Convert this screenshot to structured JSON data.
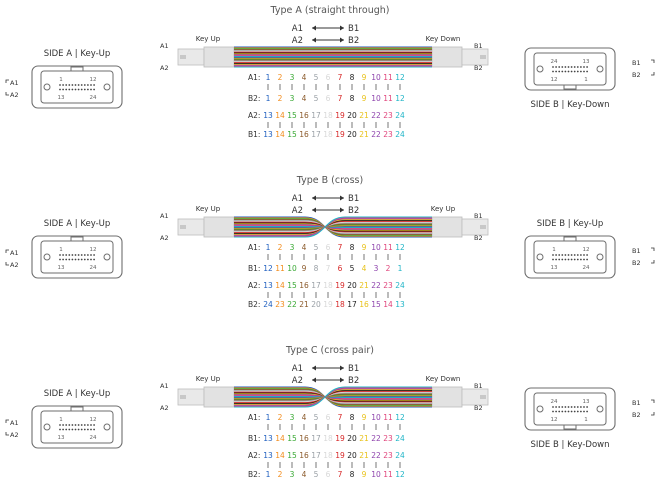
{
  "wire_colors": [
    "#1f5fbf",
    "#f28c1c",
    "#3aa935",
    "#8b5a2b",
    "#9aa0a6",
    "#d8d8d8",
    "#d62828",
    "#222222",
    "#e8c21a",
    "#8e44ad",
    "#e0457b",
    "#21b5c7"
  ],
  "colors": {
    "blue": "#1f5fbf",
    "orange": "#f28c1c",
    "green": "#3aa935",
    "brown": "#8b5a2b",
    "slate": "#9aa0a6",
    "white": "#d8d8d8",
    "red": "#d62828",
    "black": "#222222",
    "yellow": "#e8c21a",
    "violet": "#8e44ad",
    "rose": "#e0457b",
    "aqua": "#21b5c7",
    "text": "#555555",
    "outline": "#6e6e6e"
  },
  "labels": {
    "a1": "A1",
    "a2": "A2",
    "b1": "B1",
    "b2": "B2",
    "a1_colon": "A1:",
    "a2_colon": "A2:",
    "b1_colon": "B1:",
    "b2_colon": "B2:",
    "n1": "1",
    "n12": "12",
    "n13": "13",
    "n24": "24"
  },
  "sections": [
    {
      "title": "Type A (straight through)",
      "left_side_label": "SIDE A  |  Key-Up",
      "right_side_label": "SIDE B  |  Key-Down",
      "left_key": "Key Up",
      "right_key": "Key Down",
      "right_flipped": true,
      "cable": "straight",
      "top_pins": [
        "1",
        "2",
        "3",
        "4",
        "5",
        "6",
        "7",
        "8",
        "9",
        "10",
        "11",
        "12"
      ],
      "top_codes": [
        "blue",
        "orange",
        "green",
        "brown",
        "slate",
        "white",
        "red",
        "black",
        "yellow",
        "violet",
        "rose",
        "aqua"
      ],
      "top_mid": [
        "2",
        "3",
        "4",
        "5",
        "6",
        "7",
        "8",
        "9",
        "10",
        "11",
        "12"
      ],
      "top_mid_first": "1",
      "row1_label": "A1:",
      "row2_label": "B2:",
      "row2_pins": [
        "1",
        "2",
        "3",
        "4",
        "5",
        "6",
        "7",
        "8",
        "9",
        "10",
        "11",
        "12"
      ],
      "row2_codes": [
        "blue",
        "orange",
        "green",
        "brown",
        "slate",
        "white",
        "red",
        "black",
        "yellow",
        "violet",
        "rose",
        "aqua"
      ],
      "row3_label": "A2:",
      "row3_pins": [
        "13",
        "14",
        "15",
        "16",
        "17",
        "18",
        "19",
        "20",
        "21",
        "22",
        "23",
        "24"
      ],
      "row3_codes": [
        "blue",
        "orange",
        "green",
        "brown",
        "slate",
        "white",
        "red",
        "black",
        "yellow",
        "violet",
        "rose",
        "aqua"
      ],
      "row4_label": "B1:",
      "row4_pins": [
        "13",
        "14",
        "15",
        "16",
        "17",
        "18",
        "19",
        "20",
        "21",
        "22",
        "23",
        "24"
      ],
      "row4_codes": [
        "blue",
        "orange",
        "green",
        "brown",
        "slate",
        "white",
        "red",
        "black",
        "yellow",
        "violet",
        "rose",
        "aqua"
      ]
    },
    {
      "title": "Type B (cross)",
      "left_side_label": "SIDE A  |  Key-Up",
      "right_side_label": "SIDE B  |  Key-Up",
      "left_key": "Key Up",
      "right_key": "Key Up",
      "right_flipped": false,
      "cable": "cross",
      "row1_label": "A1:",
      "row1_pins": [
        "1",
        "2",
        "3",
        "4",
        "5",
        "6",
        "7",
        "8",
        "9",
        "10",
        "11",
        "12"
      ],
      "row1_codes": [
        "blue",
        "orange",
        "green",
        "brown",
        "slate",
        "white",
        "red",
        "black",
        "yellow",
        "violet",
        "rose",
        "aqua"
      ],
      "row2_label": "B1:",
      "row2_pins": [
        "12",
        "11",
        "10",
        "9",
        "8",
        "7",
        "6",
        "5",
        "4",
        "3",
        "2",
        "1"
      ],
      "row2_codes": [
        "blue",
        "orange",
        "green",
        "brown",
        "slate",
        "white",
        "red",
        "black",
        "yellow",
        "violet",
        "rose",
        "aqua"
      ],
      "row3_label": "A2:",
      "row3_pins": [
        "13",
        "14",
        "15",
        "16",
        "17",
        "18",
        "19",
        "20",
        "21",
        "22",
        "23",
        "24"
      ],
      "row3_codes": [
        "blue",
        "orange",
        "green",
        "brown",
        "slate",
        "white",
        "red",
        "black",
        "yellow",
        "violet",
        "rose",
        "aqua"
      ],
      "row4_label": "B2:",
      "row4_pins": [
        "24",
        "23",
        "22",
        "21",
        "20",
        "19",
        "18",
        "17",
        "16",
        "15",
        "14",
        "13"
      ],
      "row4_codes": [
        "blue",
        "orange",
        "green",
        "brown",
        "slate",
        "white",
        "red",
        "black",
        "yellow",
        "violet",
        "rose",
        "aqua"
      ]
    },
    {
      "title": "Type C (cross pair)",
      "left_side_label": "SIDE A  |  Key-Up",
      "right_side_label": "SIDE B  |  Key-Down",
      "left_key": "Key Up",
      "right_key": "Key Down",
      "right_flipped": true,
      "cable": "cross",
      "row1_label": "A1:",
      "row1_pins": [
        "1",
        "2",
        "3",
        "4",
        "5",
        "6",
        "7",
        "8",
        "9",
        "10",
        "11",
        "12"
      ],
      "row1_codes": [
        "blue",
        "orange",
        "green",
        "brown",
        "slate",
        "white",
        "red",
        "black",
        "yellow",
        "violet",
        "rose",
        "aqua"
      ],
      "row2_label": "B1:",
      "row2_pins": [
        "13",
        "14",
        "15",
        "16",
        "17",
        "18",
        "19",
        "20",
        "21",
        "22",
        "23",
        "24"
      ],
      "row2_codes": [
        "blue",
        "orange",
        "green",
        "brown",
        "slate",
        "white",
        "red",
        "black",
        "yellow",
        "violet",
        "rose",
        "aqua"
      ],
      "row3_label": "A2:",
      "row3_pins": [
        "13",
        "14",
        "15",
        "16",
        "17",
        "18",
        "19",
        "20",
        "21",
        "22",
        "23",
        "24"
      ],
      "row3_codes": [
        "blue",
        "orange",
        "green",
        "brown",
        "slate",
        "white",
        "red",
        "black",
        "yellow",
        "violet",
        "rose",
        "aqua"
      ],
      "row4_label": "B2:",
      "row4_pins": [
        "1",
        "2",
        "3",
        "4",
        "5",
        "6",
        "7",
        "8",
        "9",
        "10",
        "11",
        "12"
      ],
      "row4_codes": [
        "blue",
        "orange",
        "green",
        "brown",
        "slate",
        "white",
        "red",
        "black",
        "yellow",
        "violet",
        "rose",
        "aqua"
      ]
    }
  ]
}
